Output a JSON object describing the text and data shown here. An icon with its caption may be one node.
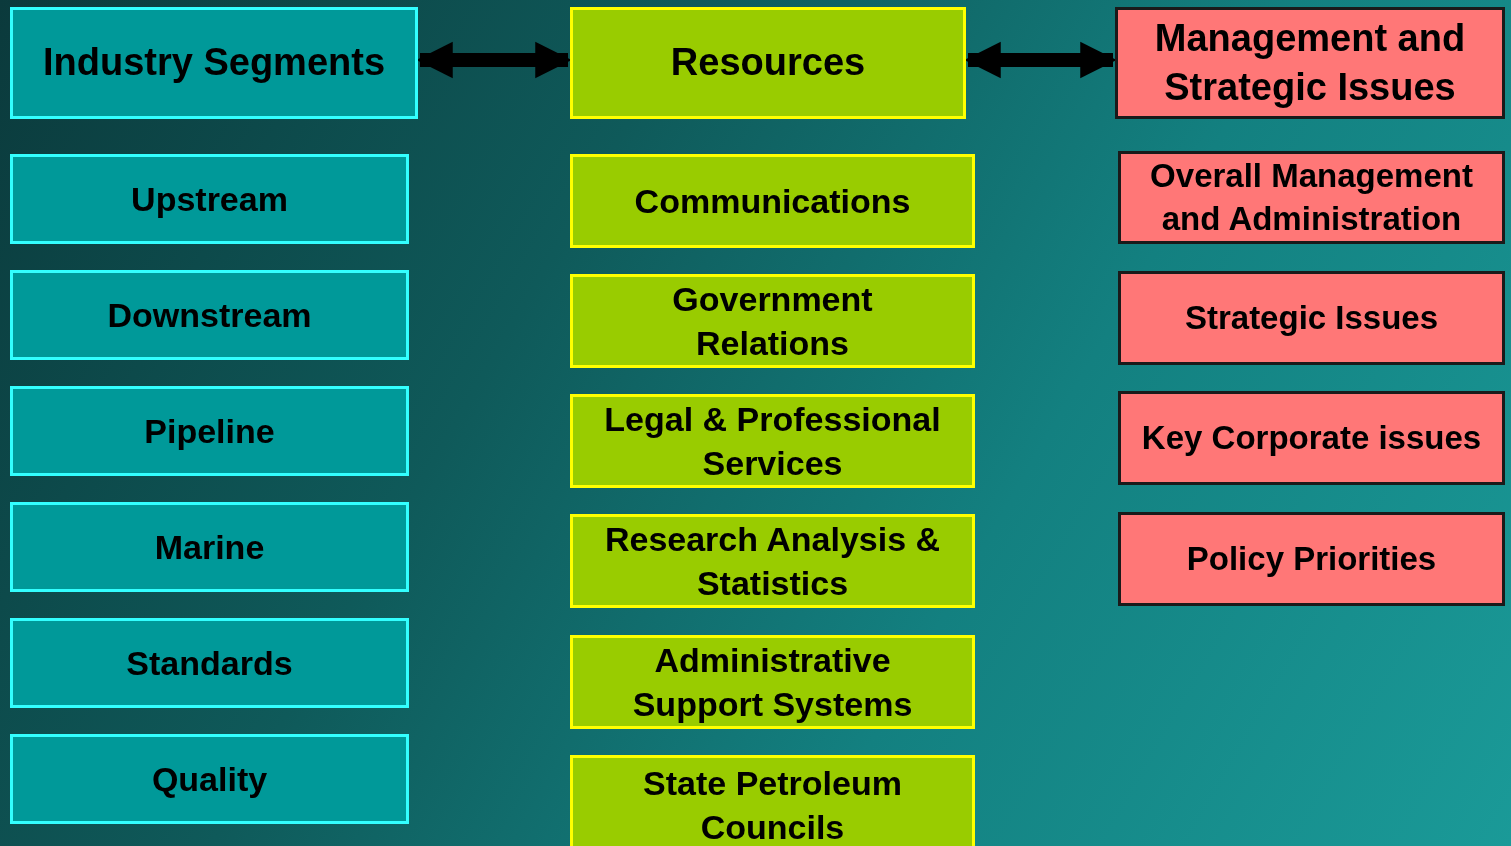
{
  "diagram": {
    "nodes": [
      {
        "text": [
          "Industry Segments"
        ]
      },
      {
        "text": [
          "Resources"
        ]
      },
      {
        "text": [
          "Management and Strategic Issues"
        ]
      },
      {
        "text": [
          "Upstream"
        ]
      },
      {
        "text": [
          "Downstream"
        ]
      },
      {
        "text": [
          "Pipeline"
        ]
      },
      {
        "text": [
          "Marine"
        ]
      },
      {
        "text": [
          "Standards"
        ]
      },
      {
        "text": [
          "Quality"
        ]
      },
      {
        "text": [
          "Communications"
        ]
      },
      {
        "text": [
          "Government Relations"
        ]
      },
      {
        "text": [
          "Legal & Professional Services"
        ]
      },
      {
        "text": [
          "Research Analysis & Statistics"
        ]
      },
      {
        "text": [
          "Administrative Support Systems"
        ]
      },
      {
        "text": [
          "State Petroleum Councils"
        ]
      },
      {
        "text": [
          "Overall Management and Administration"
        ]
      },
      {
        "text": [
          "Strategic Issues"
        ]
      },
      {
        "text": [
          "Key Corporate issues"
        ]
      },
      {
        "text": [
          "Policy Priorities"
        ]
      }
    ],
    "edges": [
      {
        "from": 0,
        "to": 1,
        "arrow": "both"
      },
      {
        "from": 1,
        "to": 2,
        "arrow": "both"
      }
    ]
  }
}
